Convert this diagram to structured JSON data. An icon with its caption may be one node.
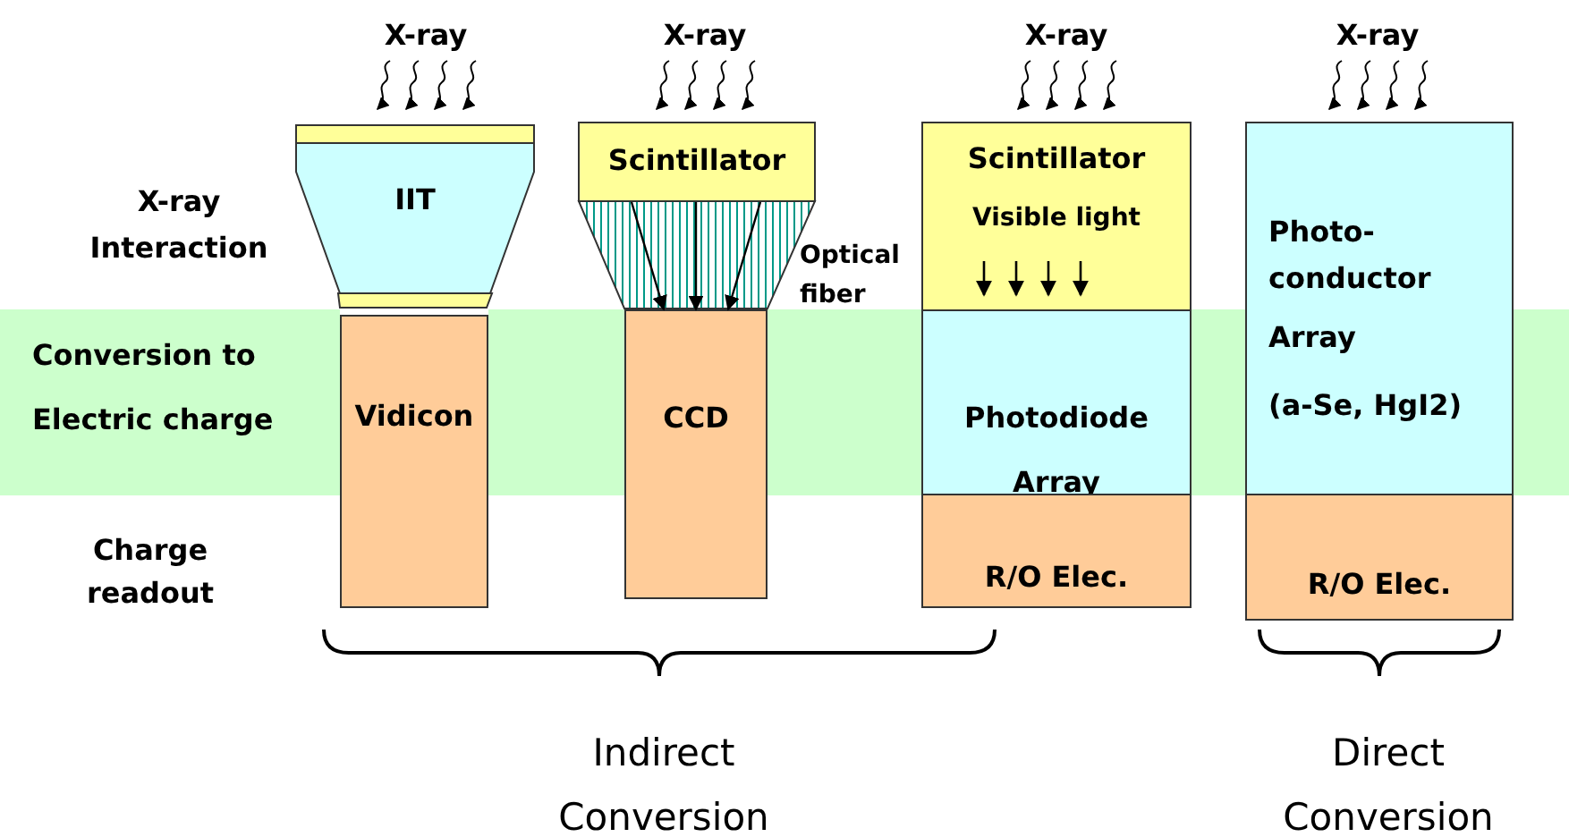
{
  "diagram": {
    "nodes": [
      {
        "text": [
          "Conversion to Electric charge"
        ]
      },
      {
        "text": [
          "IIT"
        ]
      },
      {
        "text": [
          "Vidicon"
        ]
      },
      {
        "text": [
          "Scintillator"
        ]
      },
      {
        "text": [
          "Optical fiber"
        ]
      },
      {
        "text": [
          "CCD"
        ]
      },
      {
        "text": [
          "Scintillator",
          "Visible light"
        ]
      },
      {
        "text": [
          "Photodiode Array"
        ]
      },
      {
        "text": [
          "R/O Elec."
        ]
      },
      {
        "text": [
          "Photo-conductor",
          "Array",
          "(a-Se, HgI2)"
        ]
      },
      {
        "text": [
          "R/O Elec."
        ]
      }
    ],
    "edges": [
      {
        "from": 4,
        "to": 5,
        "arrow": "to"
      },
      {
        "from": 4,
        "to": 5,
        "arrow": "to"
      },
      {
        "from": 4,
        "to": 5,
        "arrow": "to"
      }
    ],
    "labels": [
      "X-ray",
      "X-ray",
      "X-ray",
      "X-ray",
      "X-ray Interaction",
      "Charge readout",
      "Indirect Conversion",
      "Direct Conversion"
    ]
  }
}
